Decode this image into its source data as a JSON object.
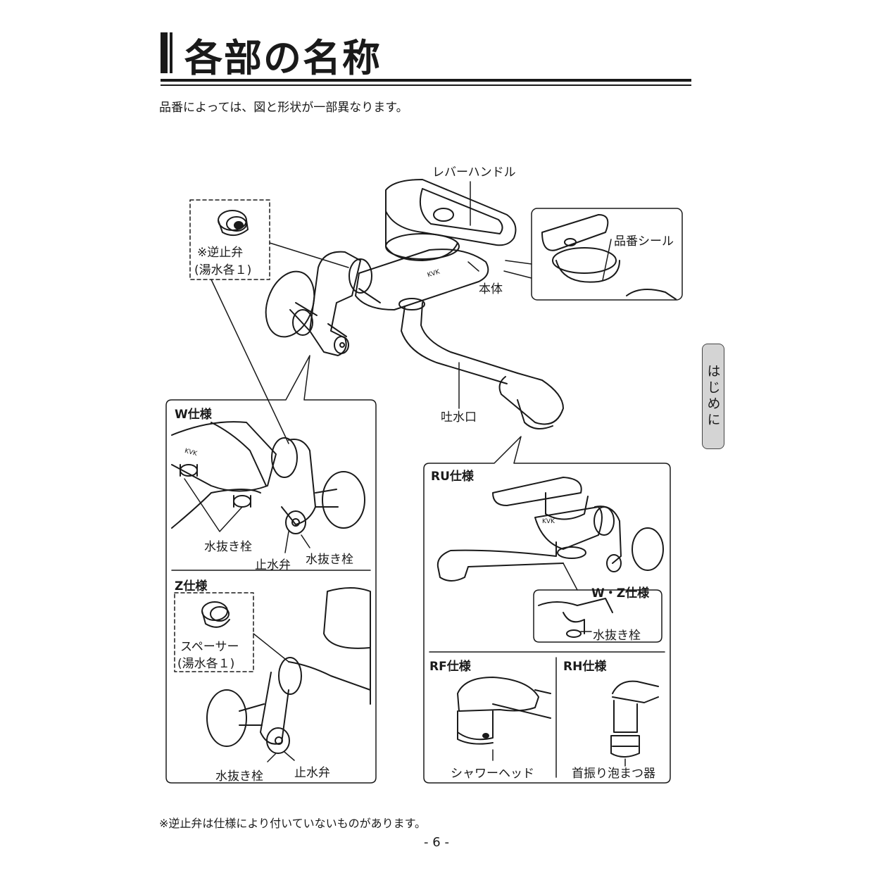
{
  "page": {
    "title": "各部の名称",
    "subtitle": "品番によっては、図と形状が一部異なります。",
    "side_tab": "はじめに",
    "footnote": "※逆止弁は仕様により付いていないものがあります。",
    "page_number": "- 6 -"
  },
  "main": {
    "lever_handle": "レバーハンドル",
    "check_valve_line1": "※逆止弁",
    "check_valve_line2": "(湯水各１)",
    "part_seal": "品番シール",
    "body": "本体",
    "spout": "吐水口",
    "brand": "KVK"
  },
  "w_spec": {
    "header": "W仕様",
    "drain_plug_left": "水抜き栓",
    "stop_valve": "止水弁",
    "drain_plug_right": "水抜き栓"
  },
  "z_spec": {
    "header": "Z仕様",
    "spacer_line1": "スペーサー",
    "spacer_line2": "(湯水各１)",
    "drain_plug": "水抜き栓",
    "stop_valve": "止水弁"
  },
  "ru_spec": {
    "header": "RU仕様",
    "wz_header": "W・Z仕様",
    "drain_plug": "水抜き栓"
  },
  "rf_spec": {
    "header": "RF仕様",
    "shower_head": "シャワーヘッド"
  },
  "rh_spec": {
    "header": "RH仕様",
    "swivel_aerator": "首振り泡まつ器"
  }
}
